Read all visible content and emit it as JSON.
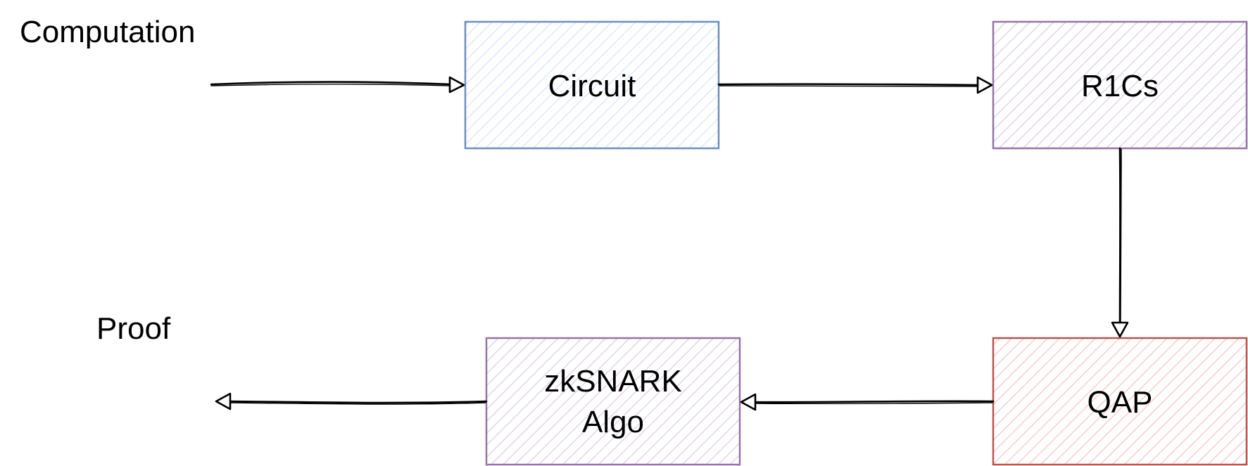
{
  "labels": {
    "input": "Computation",
    "output": "Proof"
  },
  "nodes": [
    {
      "id": "circuit",
      "lines": [
        "Circuit"
      ],
      "stroke": "#6c8ebf",
      "fill": "#dae8fc"
    },
    {
      "id": "r1cs",
      "lines": [
        "R1Cs"
      ],
      "stroke": "#9673a6",
      "fill": "#e1d5e7"
    },
    {
      "id": "qap",
      "lines": [
        "QAP"
      ],
      "stroke": "#b85450",
      "fill": "#f8cecc"
    },
    {
      "id": "zksnark",
      "lines": [
        "zkSNARK",
        "Algo"
      ],
      "stroke": "#9673a6",
      "fill": "#e1d5e7"
    }
  ],
  "edges": [
    {
      "from": "computation",
      "to": "circuit"
    },
    {
      "from": "circuit",
      "to": "r1cs"
    },
    {
      "from": "r1cs",
      "to": "qap"
    },
    {
      "from": "qap",
      "to": "zksnark"
    },
    {
      "from": "zksnark",
      "to": "proof"
    }
  ]
}
